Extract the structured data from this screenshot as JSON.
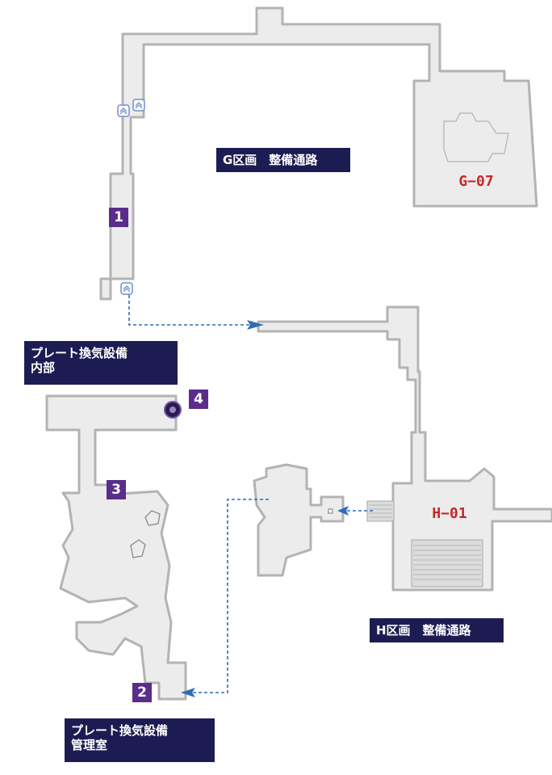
{
  "colors": {
    "room_fill": "#ececec",
    "room_stroke": "#b3b3b3",
    "label_bg": "#1d1c52",
    "marker_bg": "#5a2d8c",
    "room_code": "#c62828",
    "route": "#2f6bb5",
    "elevator": "#6f8fcf"
  },
  "labels": {
    "g_passage": "G区画　整備通路",
    "h_passage": "H区画　整備通路",
    "plate_interior_1": "プレート換気設備",
    "plate_interior_2": "内部",
    "plate_control_1": "プレート換気設備",
    "plate_control_2": "管理室"
  },
  "rooms": {
    "g07": "G−07",
    "h01": "H−01"
  },
  "markers": [
    "1",
    "2",
    "3",
    "4"
  ],
  "icons": {
    "elevator": "elevator-icon",
    "objective": "objective-circle-icon",
    "route_arrow": "arrow-icon"
  }
}
